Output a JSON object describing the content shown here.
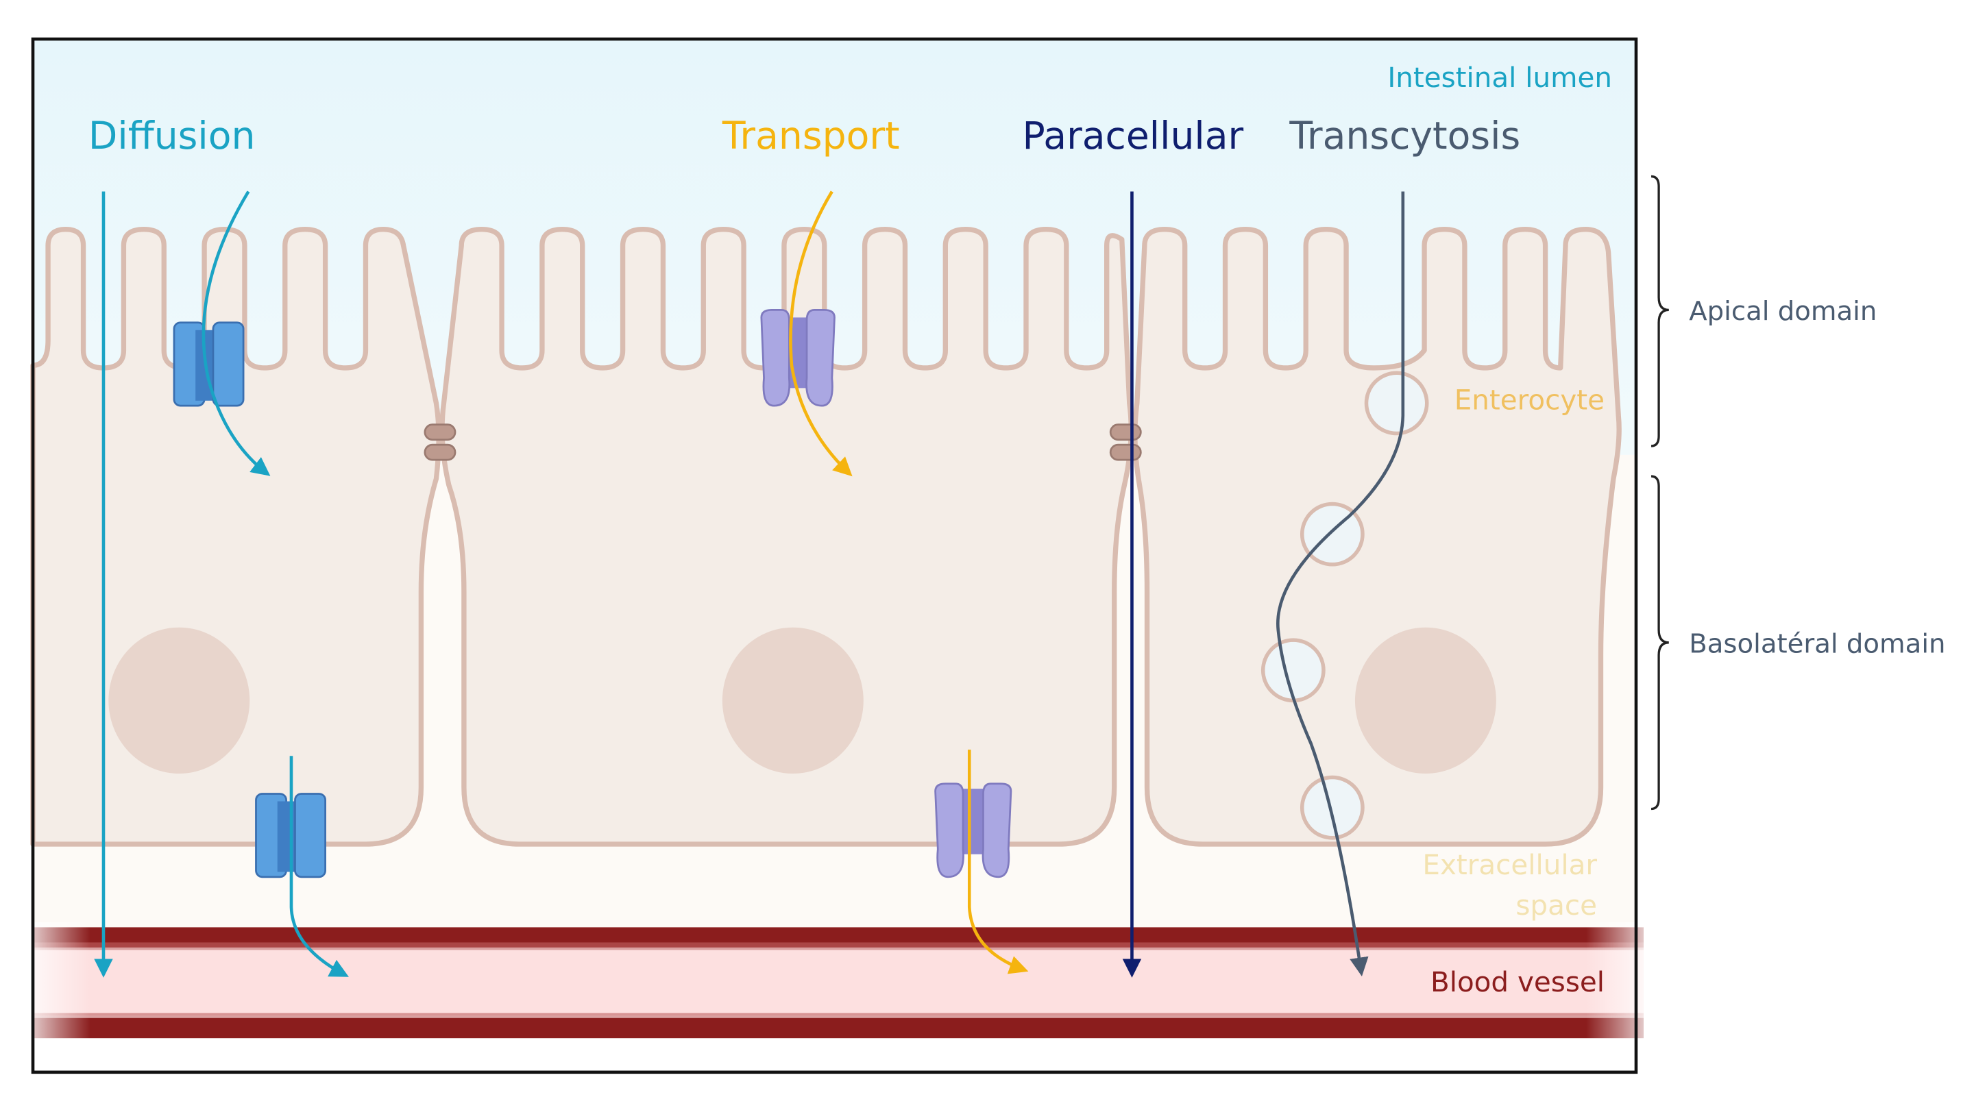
{
  "labels": {
    "intestinal_lumen": "Intestinal lumen",
    "diffusion": "Diffusion",
    "transport": "Transport",
    "paracellular": "Paracellular",
    "transcytosis": "Transcytosis",
    "enterocyte": "Enterocyte",
    "extracellular_line1": "Extracellular",
    "extracellular_line2": "space",
    "blood_vessel": "Blood vessel",
    "apical_domain": "Apical domain",
    "basolateral_domain": "Basolatéral domain"
  },
  "colors": {
    "diffusion": "#1aa3c4",
    "transport": "#f5b40f",
    "paracellular": "#0f1e6e",
    "transcytosis": "#4a5b70",
    "lumen_bg": "#eaf7fb",
    "cell_fill": "#f4ede7",
    "cell_stroke": "#d9bcb0",
    "nucleus": "#e8d5cc",
    "vessel_dark": "#8b1d1d",
    "vessel_fill": "#fde0e0",
    "enterocyte_label": "#f0c060",
    "extracellular_label": "#f3e2b0",
    "blood_label": "#8b1d1d",
    "domain_label": "#4a5b70",
    "channel_blue": "#5aa0e0",
    "transporter_purple": "#a8a6e0"
  }
}
